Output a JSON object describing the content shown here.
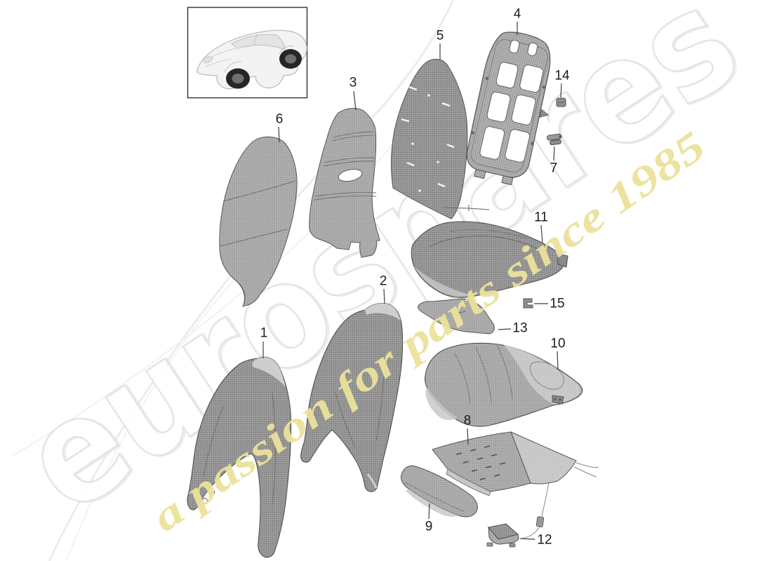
{
  "watermark": {
    "brand": "eurospares",
    "tagline": "a passion for parts since 1985",
    "brand_outline_color": "#e2e2e2",
    "tagline_color": "#ece29b"
  },
  "callouts": [
    "1",
    "2",
    "3",
    "4",
    "5",
    "6",
    "7",
    "8",
    "9",
    "10",
    "11",
    "12",
    "13",
    "14",
    "15"
  ]
}
